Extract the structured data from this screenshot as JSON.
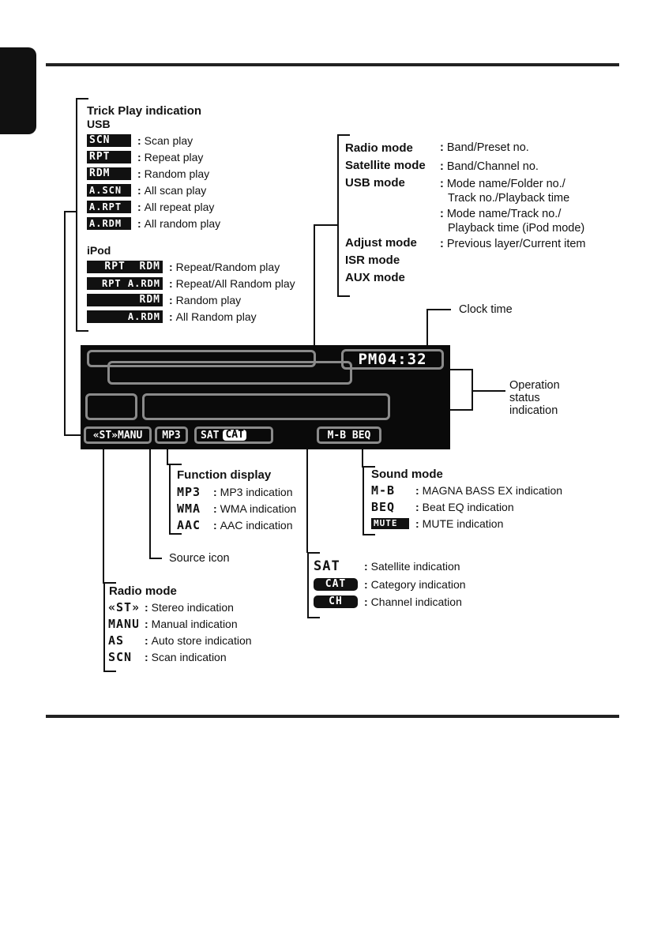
{
  "clock": {
    "label": "Clock time",
    "value": "PM04:32"
  },
  "operation": {
    "label_lines": [
      "Operation",
      "status",
      "indication"
    ]
  },
  "source_icon": {
    "label": "Source icon"
  },
  "trick_play": {
    "title": "Trick Play indication",
    "usb_header": "USB",
    "usb_items": [
      {
        "tag": "SCN",
        "desc": "Scan play"
      },
      {
        "tag": "RPT",
        "desc": "Repeat play"
      },
      {
        "tag": "RDM",
        "desc": "Random play"
      },
      {
        "tag": "A.SCN",
        "desc": "All scan play"
      },
      {
        "tag": "A.RPT",
        "desc": "All repeat play"
      },
      {
        "tag": "A.RDM",
        "desc": "All random play"
      }
    ],
    "ipod_header": "iPod",
    "ipod_items": [
      {
        "tag": "RPT  RDM",
        "desc": "Repeat/Random play"
      },
      {
        "tag": "RPT A.RDM",
        "desc": "Repeat/All Random play"
      },
      {
        "tag": "RDM",
        "desc": "Random play"
      },
      {
        "tag": "A.RDM",
        "desc": "All Random play"
      }
    ]
  },
  "modes": [
    {
      "key": "Radio mode",
      "val": [
        "Band/Preset no."
      ]
    },
    {
      "key": "Satellite mode",
      "val": [
        "Band/Channel no."
      ]
    },
    {
      "key": "USB mode",
      "val": [
        "Mode name/Folder no./",
        "Track no./Playback time"
      ]
    },
    {
      "key": "",
      "val": [
        "Mode name/Track no./",
        "Playback time (iPod mode)"
      ]
    },
    {
      "key": "Adjust mode",
      "val": [
        "Previous layer/Current item"
      ]
    },
    {
      "key": "ISR mode",
      "val": []
    },
    {
      "key": "AUX mode",
      "val": []
    }
  ],
  "display_indicators": {
    "stereo_manual": "«ST»MANU",
    "mp3": "MP3",
    "sat": "SAT",
    "cat": "CAT",
    "sound": "M-B BEQ"
  },
  "function_display": {
    "title": "Function display",
    "items": [
      {
        "tag": "MP3",
        "desc": "MP3 indication"
      },
      {
        "tag": "WMA",
        "desc": "WMA indication"
      },
      {
        "tag": "AAC",
        "desc": "AAC indication"
      }
    ]
  },
  "sound_mode": {
    "title": "Sound mode",
    "items": [
      {
        "tag": "M-B",
        "desc": "MAGNA BASS EX indication"
      },
      {
        "tag": "BEQ",
        "desc": "Beat EQ indication"
      },
      {
        "tag": "MUTE",
        "desc": "MUTE indication"
      }
    ]
  },
  "satellite": {
    "items": [
      {
        "tag": "SAT",
        "desc": "Satellite indication"
      },
      {
        "tag": "CAT",
        "desc": "Category indication"
      },
      {
        "tag": "CH",
        "desc": "Channel indication"
      }
    ]
  },
  "radio_mode": {
    "title": "Radio mode",
    "items": [
      {
        "tag": "«ST»",
        "desc": "Stereo indication"
      },
      {
        "tag": "MANU",
        "desc": "Manual indication"
      },
      {
        "tag": "AS",
        "desc": "Auto store indication"
      },
      {
        "tag": "SCN",
        "desc": "Scan indication"
      }
    ]
  },
  "colors": {
    "ink": "#111111",
    "display_bg": "#0a0a0a",
    "segment_outline": "#8a8a8a"
  }
}
